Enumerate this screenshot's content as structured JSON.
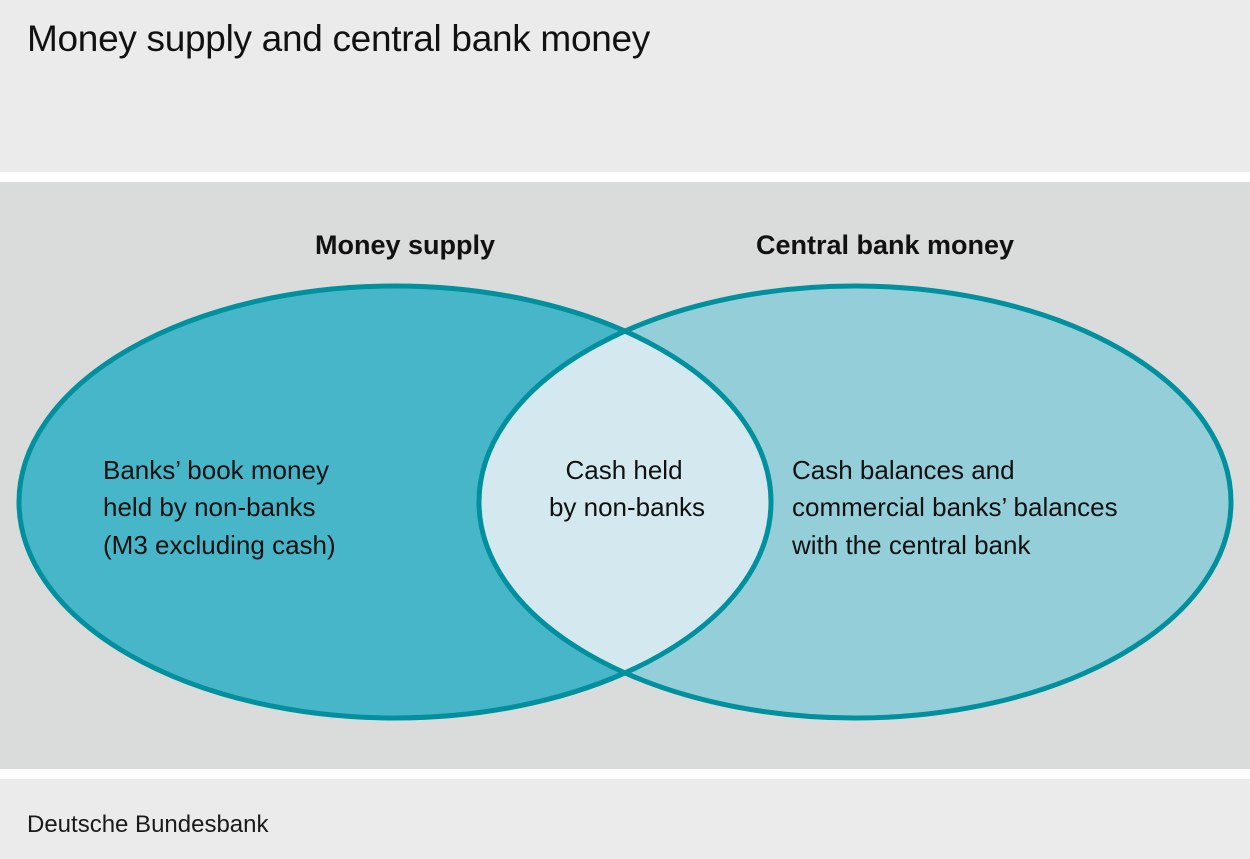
{
  "title": "Money supply and central bank money",
  "source": "Deutsche Bundesbank",
  "venn": {
    "left_set": {
      "label": "Money supply",
      "content": [
        "Banks’ book money",
        "held by non-banks",
        "(M3 excluding cash)"
      ],
      "color": "#47b6c9"
    },
    "right_set": {
      "label": "Central bank money",
      "content": [
        "Cash balances and",
        "commercial banks’ balances",
        "with the central bank"
      ],
      "color": "#93ced9"
    },
    "intersection": {
      "content": [
        "Cash held",
        "by non-banks"
      ],
      "color": "#d3e9ef"
    },
    "outline_color": "#00909e"
  }
}
